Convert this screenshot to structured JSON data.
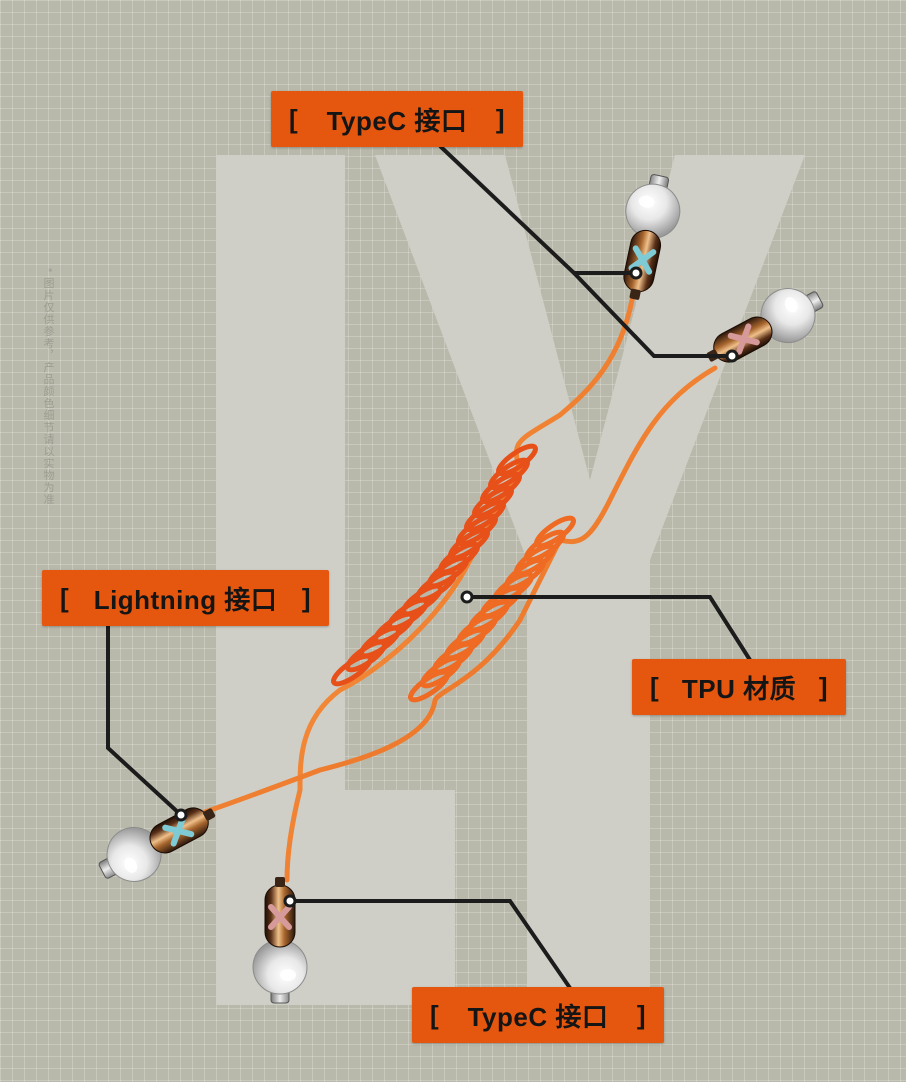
{
  "labels": {
    "typec_top": {
      "open": "[",
      "text": "TypeC 接口",
      "close": "]"
    },
    "lightning": {
      "open": "[",
      "text": "Lightning 接口",
      "close": "]"
    },
    "tpu": {
      "open": "[",
      "text": "TPU 材质",
      "close": "]"
    },
    "typec_bottom": {
      "open": "[",
      "text": "TypeC 接口",
      "close": "]"
    }
  },
  "side_note": "* 图片仅供参考，产品颜色细节请以实物为准",
  "colors": {
    "background": "#b9b9ab",
    "background_letters": "#cfcfc7",
    "label_fill": "#e5560f",
    "cable": "#f07a1c",
    "coil": "#e8501a",
    "leader_line": "#1c1c1c",
    "accent_cyan": "#7ecbd6",
    "accent_pink": "#d69a9a"
  }
}
